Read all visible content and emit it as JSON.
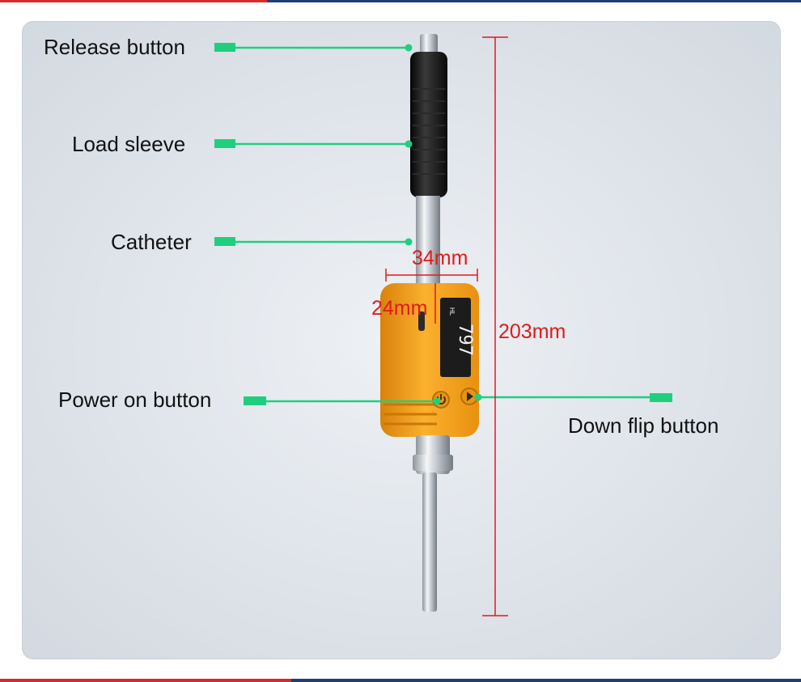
{
  "colors": {
    "callout": "#1fcf7f",
    "dimension": "#e01b1b",
    "body": "#f5a21a",
    "sleeve": "#151515",
    "steel": "#c9ced4",
    "panel": "#e3e8ee"
  },
  "callouts": {
    "release_button": "Release button",
    "load_sleeve": "Load sleeve",
    "catheter": "Catheter",
    "power_on_button": "Power on button",
    "down_flip_button": "Down flip button"
  },
  "dimensions": {
    "width": "34mm",
    "depth": "24mm",
    "length": "203mm"
  },
  "device_screen": {
    "reading": "797",
    "unit": "HL"
  },
  "icons": {
    "power": "power-icon",
    "flip": "play-triangle-icon"
  }
}
